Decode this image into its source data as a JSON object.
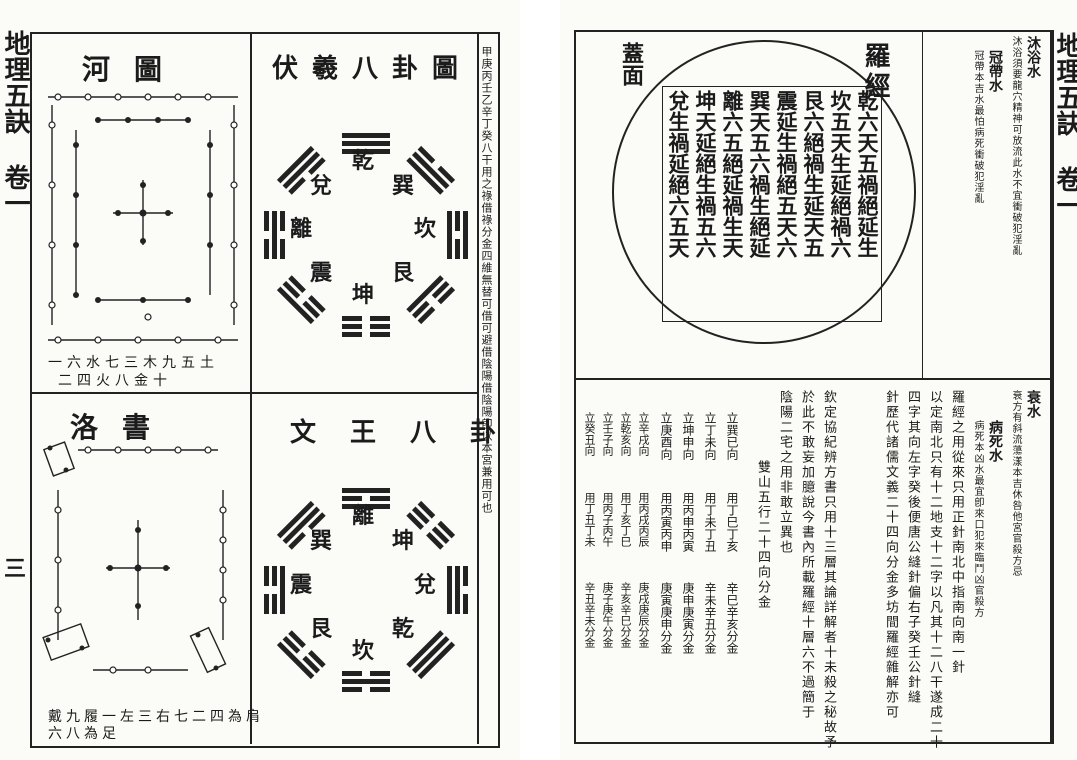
{
  "left_page": {
    "spine_title": "地理五訣 卷一",
    "page_number": "三",
    "panels": {
      "hetu": {
        "title": "河圖",
        "caption_top": "一六水七三木九五土",
        "caption_bottom": "二四火八金十"
      },
      "fuxi": {
        "title": "伏羲八卦圖",
        "trigrams": [
          "乾",
          "兌",
          "離",
          "震",
          "坤",
          "艮",
          "坎",
          "巽"
        ]
      },
      "luoshu": {
        "title": "洛書",
        "caption_top": "戴九履一左三右七二四為肩",
        "caption_bottom": "六八為足"
      },
      "wenwang": {
        "title": "文王八卦",
        "trigrams": [
          "離",
          "坤",
          "兌",
          "乾",
          "坎",
          "艮",
          "震",
          "巽"
        ]
      }
    },
    "side_note": "甲庚丙壬乙辛丁癸八干用之祿借祿分金四維無替可借可避借陰陽借陰陽卽以本宮兼用可也"
  },
  "right_page": {
    "spine_title": "地理五訣 卷一",
    "luojing": {
      "label_top": "蓋面",
      "title": "羅經",
      "columns": [
        "乾六天五禍絕延生",
        "坎五天生延絕禍六",
        "艮六絕禍生延天五",
        "震延生禍絕五天六",
        "巽天五六禍生絕延",
        "離六五絕延禍生天",
        "坤天延絕生禍五六",
        "兌生禍延絕六五天"
      ]
    },
    "water_notes": [
      {
        "label": "沐浴水",
        "text": "沐浴須要龍穴精神可放流此水不宜衝破犯淫亂"
      },
      {
        "label": "冠帶水",
        "text": "冠帶本吉水最怕病死衝破犯淫亂"
      },
      {
        "label": "衰水",
        "text": "衰方有斜流蕩漾本吉休咎他宮官殺方忌"
      },
      {
        "label": "病死水",
        "text": "病死本凶水最宜卽來口犯來臨鬥凶官殺方"
      }
    ],
    "text_lines": [
      "羅經之用從來只用正針南北中指南向南一針",
      "以定南北只有十二地支十二字以凡其十二八干遂成二十",
      "四字其向左字癸後便唐公縫針偏右子癸壬公針縫",
      "針歷代諸儒文義二十四向分金多坊間羅經雜解亦可",
      "欽定協紀辨方書只用十三層其論詳解者十未殺之秘故予",
      "於此不敢妄加臆說今書內所載羅經十層六不過簡于",
      "陰陽二宅之用非敢立異也",
      "雙山五行二十四向分金"
    ],
    "table_columns": [
      {
        "head": "立巽已向",
        "top": "用丁巳丁亥",
        "bottom": "辛巳辛亥分金"
      },
      {
        "head": "立丁未向",
        "top": "用丁未丁丑",
        "bottom": "辛未辛丑分金"
      },
      {
        "head": "立坤申向",
        "top": "用丙申丙寅",
        "bottom": "庚申庚寅分金"
      },
      {
        "head": "立庚酉向",
        "top": "用丙寅丙申",
        "bottom": "庚寅庚申分金"
      },
      {
        "head": "立辛戌向",
        "top": "用丙戌丙辰",
        "bottom": "庚戌庚辰分金"
      },
      {
        "head": "立乾亥向",
        "top": "用丁亥丁巳",
        "bottom": "辛亥辛巳分金"
      },
      {
        "head": "立壬子向",
        "top": "用丙子丙午",
        "bottom": "庚子庚午分金"
      },
      {
        "head": "立癸丑向",
        "top": "用丁丑丁未",
        "bottom": "辛丑辛未分金"
      }
    ]
  }
}
